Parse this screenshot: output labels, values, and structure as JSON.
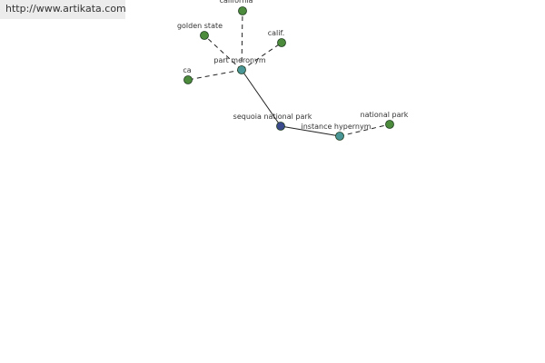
{
  "watermark": {
    "text": "http://www.artikata.com"
  },
  "colors": {
    "leaf": "#4c8a3c",
    "relation": "#4a9696",
    "focus": "#3a4a8c",
    "watermark_bg": "#ececec"
  },
  "nodes": {
    "california": {
      "label": "california",
      "kind": "leaf"
    },
    "golden_state": {
      "label": "golden state",
      "kind": "leaf"
    },
    "calif": {
      "label": "calif.",
      "kind": "leaf"
    },
    "ca": {
      "label": "ca",
      "kind": "leaf"
    },
    "part_meronym": {
      "label": "part meronym",
      "kind": "relation"
    },
    "sequoia": {
      "label": "sequoia national park",
      "kind": "focus"
    },
    "instance_hypernym": {
      "label": "instance hypernym",
      "kind": "relation"
    },
    "national_park": {
      "label": "national park",
      "kind": "leaf"
    }
  },
  "edges": [
    {
      "from": "part_meronym",
      "to": "california",
      "style": "dashed"
    },
    {
      "from": "part_meronym",
      "to": "golden_state",
      "style": "dashed"
    },
    {
      "from": "part_meronym",
      "to": "calif",
      "style": "dashed"
    },
    {
      "from": "part_meronym",
      "to": "ca",
      "style": "dashed"
    },
    {
      "from": "sequoia",
      "to": "part_meronym",
      "style": "solid"
    },
    {
      "from": "sequoia",
      "to": "instance_hypernym",
      "style": "solid"
    },
    {
      "from": "instance_hypernym",
      "to": "national_park",
      "style": "dashed"
    }
  ]
}
